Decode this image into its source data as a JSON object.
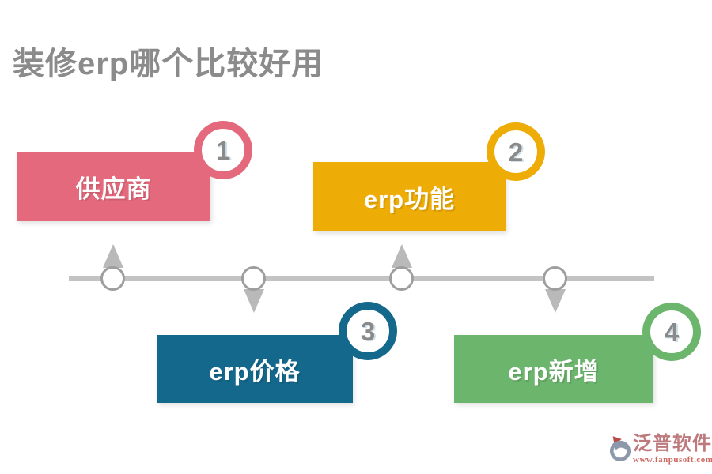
{
  "title": {
    "text": "装修erp哪个比较好用",
    "color": "#8b8b8b"
  },
  "steps": [
    {
      "number": "1",
      "label": "供应商",
      "color": "#e5697d"
    },
    {
      "number": "2",
      "label": "erp功能",
      "color": "#eeac07"
    },
    {
      "number": "3",
      "label": "erp价格",
      "color": "#14688c"
    },
    {
      "number": "4",
      "label": "erp新增",
      "color": "#6cb56d"
    }
  ],
  "timeline": {
    "line_color": "#c3c3c3",
    "node_fill": "#ffffff",
    "node_border": "#9e9e9e",
    "arrow_color": "#b9b9b9",
    "number_color": "#8a8a8a"
  },
  "footer": {
    "brand": "泛普软件",
    "url": "www.fanpusoft.com",
    "brand_color": "#bd797c",
    "url_color": "#cb6a62",
    "logo_main_color": "#8d98aa",
    "logo_accent_color": "#bb4a45"
  }
}
